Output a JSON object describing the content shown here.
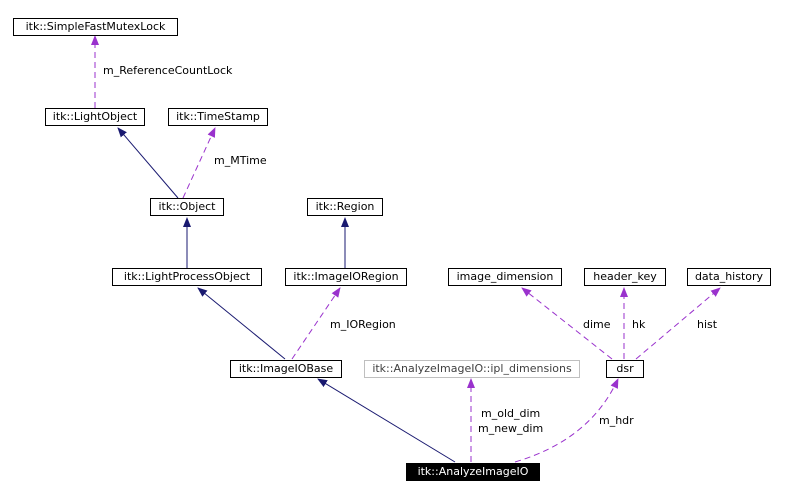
{
  "diagram": {
    "nodes": {
      "simple_fast_mutex_lock": "itk::SimpleFastMutexLock",
      "light_object": "itk::LightObject",
      "time_stamp": "itk::TimeStamp",
      "object": "itk::Object",
      "region": "itk::Region",
      "light_process_object": "itk::LightProcessObject",
      "image_io_region": "itk::ImageIORegion",
      "image_dimension": "image_dimension",
      "header_key": "header_key",
      "data_history": "data_history",
      "image_io_base": "itk::ImageIOBase",
      "ipl_dimensions": "itk::AnalyzeImageIO::ipl_dimensions",
      "dsr": "dsr",
      "analyze_image_io": "itk::AnalyzeImageIO"
    },
    "edge_labels": {
      "reference_count_lock": "m_ReferenceCountLock",
      "mtime": "m_MTime",
      "io_region": "m_IORegion",
      "dime": "dime",
      "hk": "hk",
      "hist": "hist",
      "old_dim": "m_old_dim",
      "new_dim": "m_new_dim",
      "hdr": "m_hdr"
    },
    "colors": {
      "inheritance": "#191970",
      "usage": "#9a32cd",
      "focus_fill": "#000000",
      "muted_border": "#bfbfbf"
    }
  }
}
